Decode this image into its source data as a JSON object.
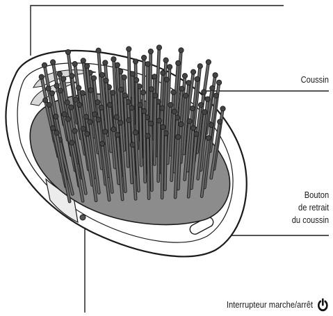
{
  "labels": {
    "cushion": "Coussin",
    "cushion_button_line1": "Bouton",
    "cushion_button_line2": "de retrait",
    "cushion_button_line3": "du coussin",
    "power_switch": "Interrupteur marche/arrêt"
  },
  "icons": {
    "power": "power-icon"
  },
  "colors": {
    "line": "#1a1a1a",
    "body_fill": "#ffffff",
    "cushion_fill": "#8c8c8c",
    "bristle_fill": "#6b6b6b",
    "bristle_stroke": "#222222"
  }
}
